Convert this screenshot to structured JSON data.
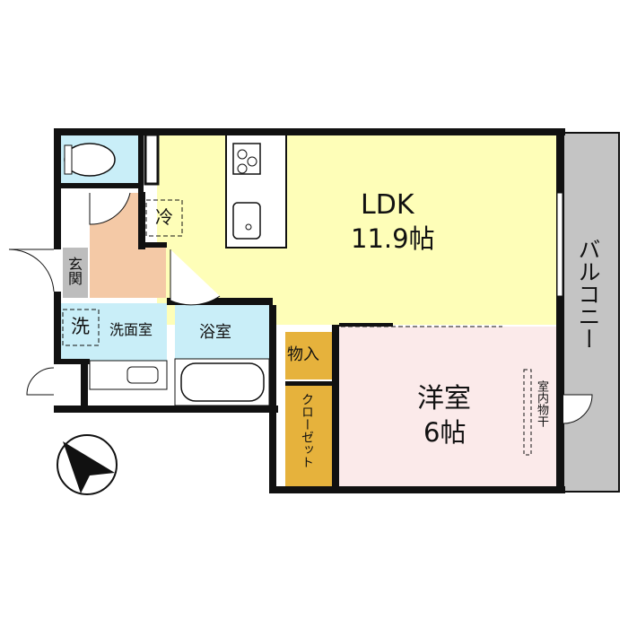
{
  "rooms": {
    "ldk": {
      "name": "LDK",
      "size": "11.9帖"
    },
    "western": {
      "name": "洋室",
      "size": "6帖"
    },
    "bath": {
      "name": "浴室"
    },
    "washroom": {
      "name": "洗面室"
    },
    "entrance": {
      "name": "玄関"
    },
    "storage": {
      "name": "物入"
    },
    "closet": {
      "name": "クローゼット"
    },
    "balcony": {
      "name": "バルコニー"
    },
    "indoor_drying": {
      "name": "室内物干"
    }
  },
  "markers": {
    "fridge": "冷",
    "washer": "洗"
  },
  "colors": {
    "ldk": "#fefeb8",
    "western": "#fbeaea",
    "wet": "#c9eef8",
    "entrance": "#f4c9a6",
    "storage": "#e6b23c",
    "balcony": "#c4c4c4",
    "wall": "#111111"
  }
}
